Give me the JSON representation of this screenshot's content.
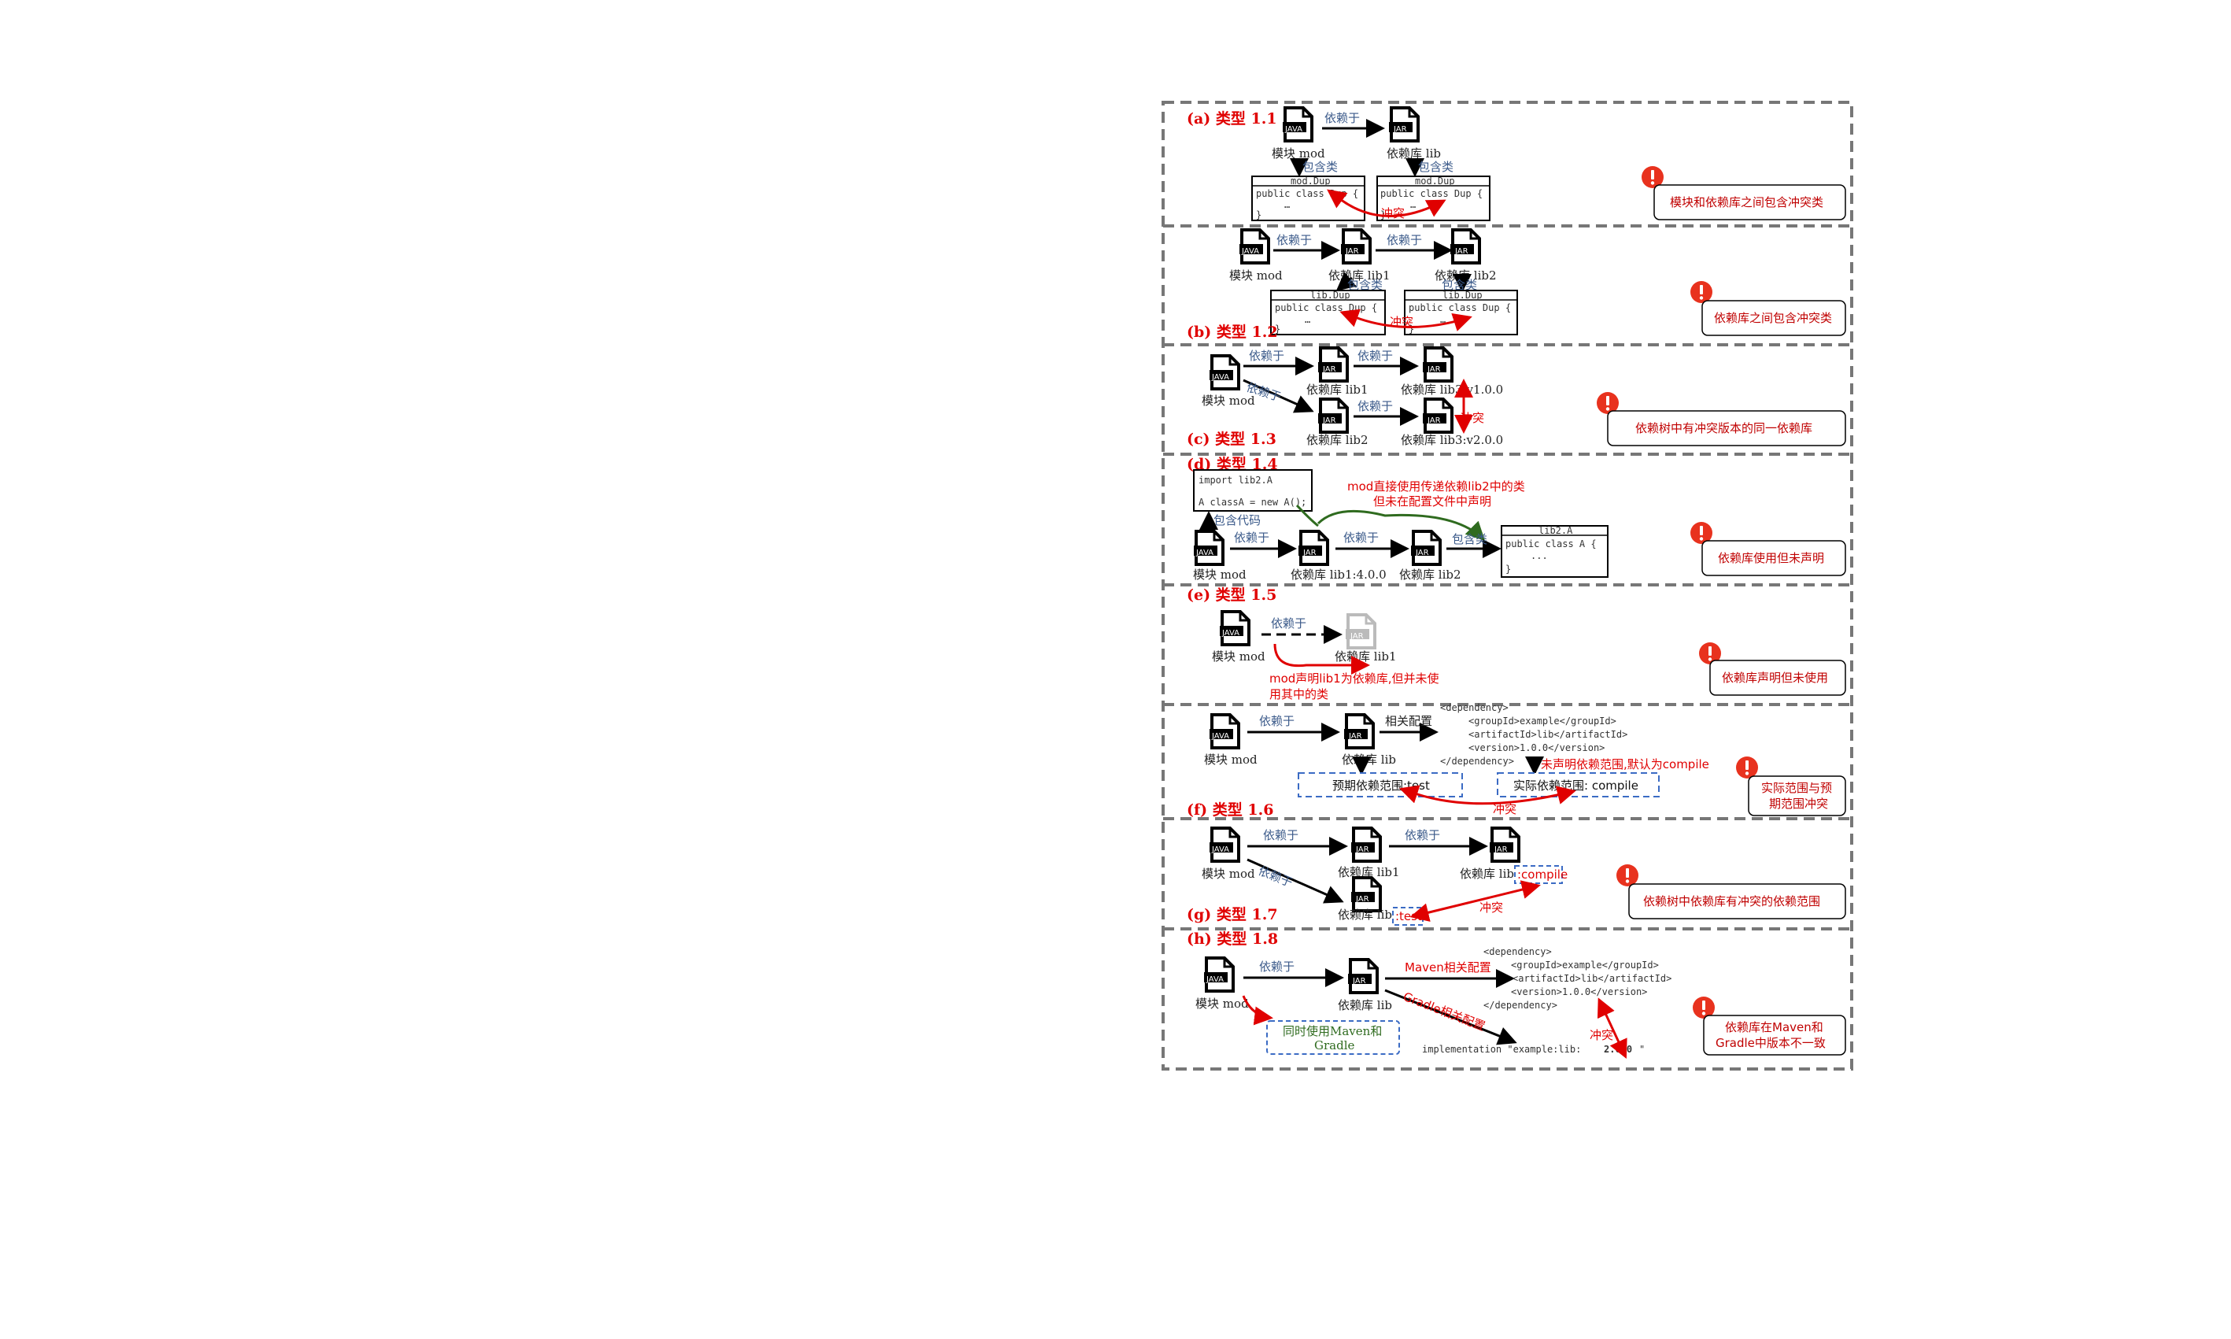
{
  "sections": [
    {
      "id": "1.1",
      "header": "(a) 类型 1.1",
      "mod_label": "模块 mod",
      "depends": "依赖于",
      "lib_label": "依赖库 lib",
      "contains_left": "包含类",
      "contains_right": "包含类",
      "box_left_title": "mod.Dup",
      "box_right_title": "mod.Dup",
      "code_line": "public class Dup {",
      "ellipsis": "…",
      "brace": "}",
      "conflict": "冲突",
      "callout": "模块和依赖库之间包含冲突类"
    },
    {
      "id": "1.2",
      "header": "(b) 类型 1.2",
      "mod_label": "模块 mod",
      "depends1": "依赖于",
      "depends2": "依赖于",
      "lib1_label": "依赖库 lib1",
      "lib2_label": "依赖库 lib2",
      "contains1": "包含类",
      "contains2": "包含类",
      "box_title": "lib.Dup",
      "code_line": "public class Dup {",
      "ellipsis": "…",
      "brace": "}",
      "conflict": "冲突",
      "callout": "依赖库之间包含冲突类"
    },
    {
      "id": "1.3",
      "header": "(c) 类型 1.3",
      "mod_label": "模块 mod",
      "depends1": "依赖于",
      "depends2": "依赖于",
      "depends3": "依赖于",
      "depends4": "依赖于",
      "lib1_label": "依赖库 lib1",
      "lib2_label": "依赖库 lib2",
      "lib3a_label": "依赖库 lib3:v1.0.0",
      "lib3b_label": "依赖库 lib3:v2.0.0",
      "conflict": "冲突",
      "callout": "依赖树中有冲突版本的同一依赖库"
    },
    {
      "id": "1.4",
      "header": "(d) 类型 1.4",
      "code1": "import lib2.A",
      "code2": "A classA = new A();",
      "contains_code": "包含代码",
      "note1": "mod直接使用传递依赖lib2中的类",
      "note2": "但未在配置文件中声明",
      "mod_label": "模块 mod",
      "depends1": "依赖于",
      "depends2": "依赖于",
      "lib1_label": "依赖库 lib1:4.0.0",
      "lib2_label": "依赖库 lib2",
      "contains_class": "包含类",
      "box_title": "lib2.A",
      "box_code": "public class A {",
      "box_dots": "...",
      "brace": "}",
      "callout": "依赖库使用但未声明"
    },
    {
      "id": "1.5",
      "header": "(e) 类型 1.5",
      "mod_label": "模块 mod",
      "depends": "依赖于",
      "lib1_label": "依赖库 lib1",
      "note1": "mod声明lib1为依赖库,但并未使",
      "note2": "用其中的类",
      "callout": "依赖库声明但未使用"
    },
    {
      "id": "1.6",
      "header": "(f) 类型 1.6",
      "mod_label": "模块 mod",
      "depends": "依赖于",
      "lib_label": "依赖库 lib",
      "related_config": "相关配置",
      "xml": [
        "<dependency>",
        "<groupId>example</groupId>",
        "<artifactId>lib</artifactId>",
        "<version>1.0.0</version>",
        "</dependency>"
      ],
      "undeclared_note": "未声明依赖范围,默认为compile",
      "expected_scope": "预期依赖范围:test",
      "actual_scope": "实际依赖范围: compile",
      "conflict": "冲突",
      "callout": [
        "实际范围与预",
        "期范围冲突"
      ]
    },
    {
      "id": "1.7",
      "header": "(g) 类型 1.7",
      "mod_label": "模块 mod",
      "depends1": "依赖于",
      "depends2": "依赖于",
      "depends3": "依赖于",
      "lib1_label": "依赖库 lib1",
      "lib_compile_label": "依赖库 lib",
      "lib_compile_scope": ":compile",
      "lib_test_label": "依赖库 lib",
      "lib_test_scope": ":test",
      "conflict": "冲突",
      "callout": "依赖树中依赖库有冲突的依赖范围"
    },
    {
      "id": "1.8",
      "header": "(h) 类型 1.8",
      "mod_label": "模块 mod",
      "depends": "依赖于",
      "lib_label": "依赖库 lib",
      "maven_config": "Maven相关配置",
      "gradle_config": "Gradle相关配置",
      "xml": [
        "<dependency>",
        "<groupId>example</groupId>",
        "<artifactId>lib</artifactId>",
        "<version>1.0.0</version>",
        "</dependency>"
      ],
      "gradle_line_prefix": "implementation \"example:lib:",
      "gradle_version": "2.0.0",
      "gradle_line_suffix": "\"",
      "both_used": [
        "同时使用Maven和",
        "Gradle"
      ],
      "conflict": "冲突",
      "callout": [
        "依赖库在Maven和",
        "Gradle中版本不一致"
      ]
    }
  ],
  "icons": {
    "java": "JAVA",
    "jar": "JAR"
  },
  "colors": {
    "accent_red": "#e00000",
    "label_blue": "#3b5a8a",
    "label_green": "#2f6b1f",
    "dash_gray": "#777777"
  }
}
